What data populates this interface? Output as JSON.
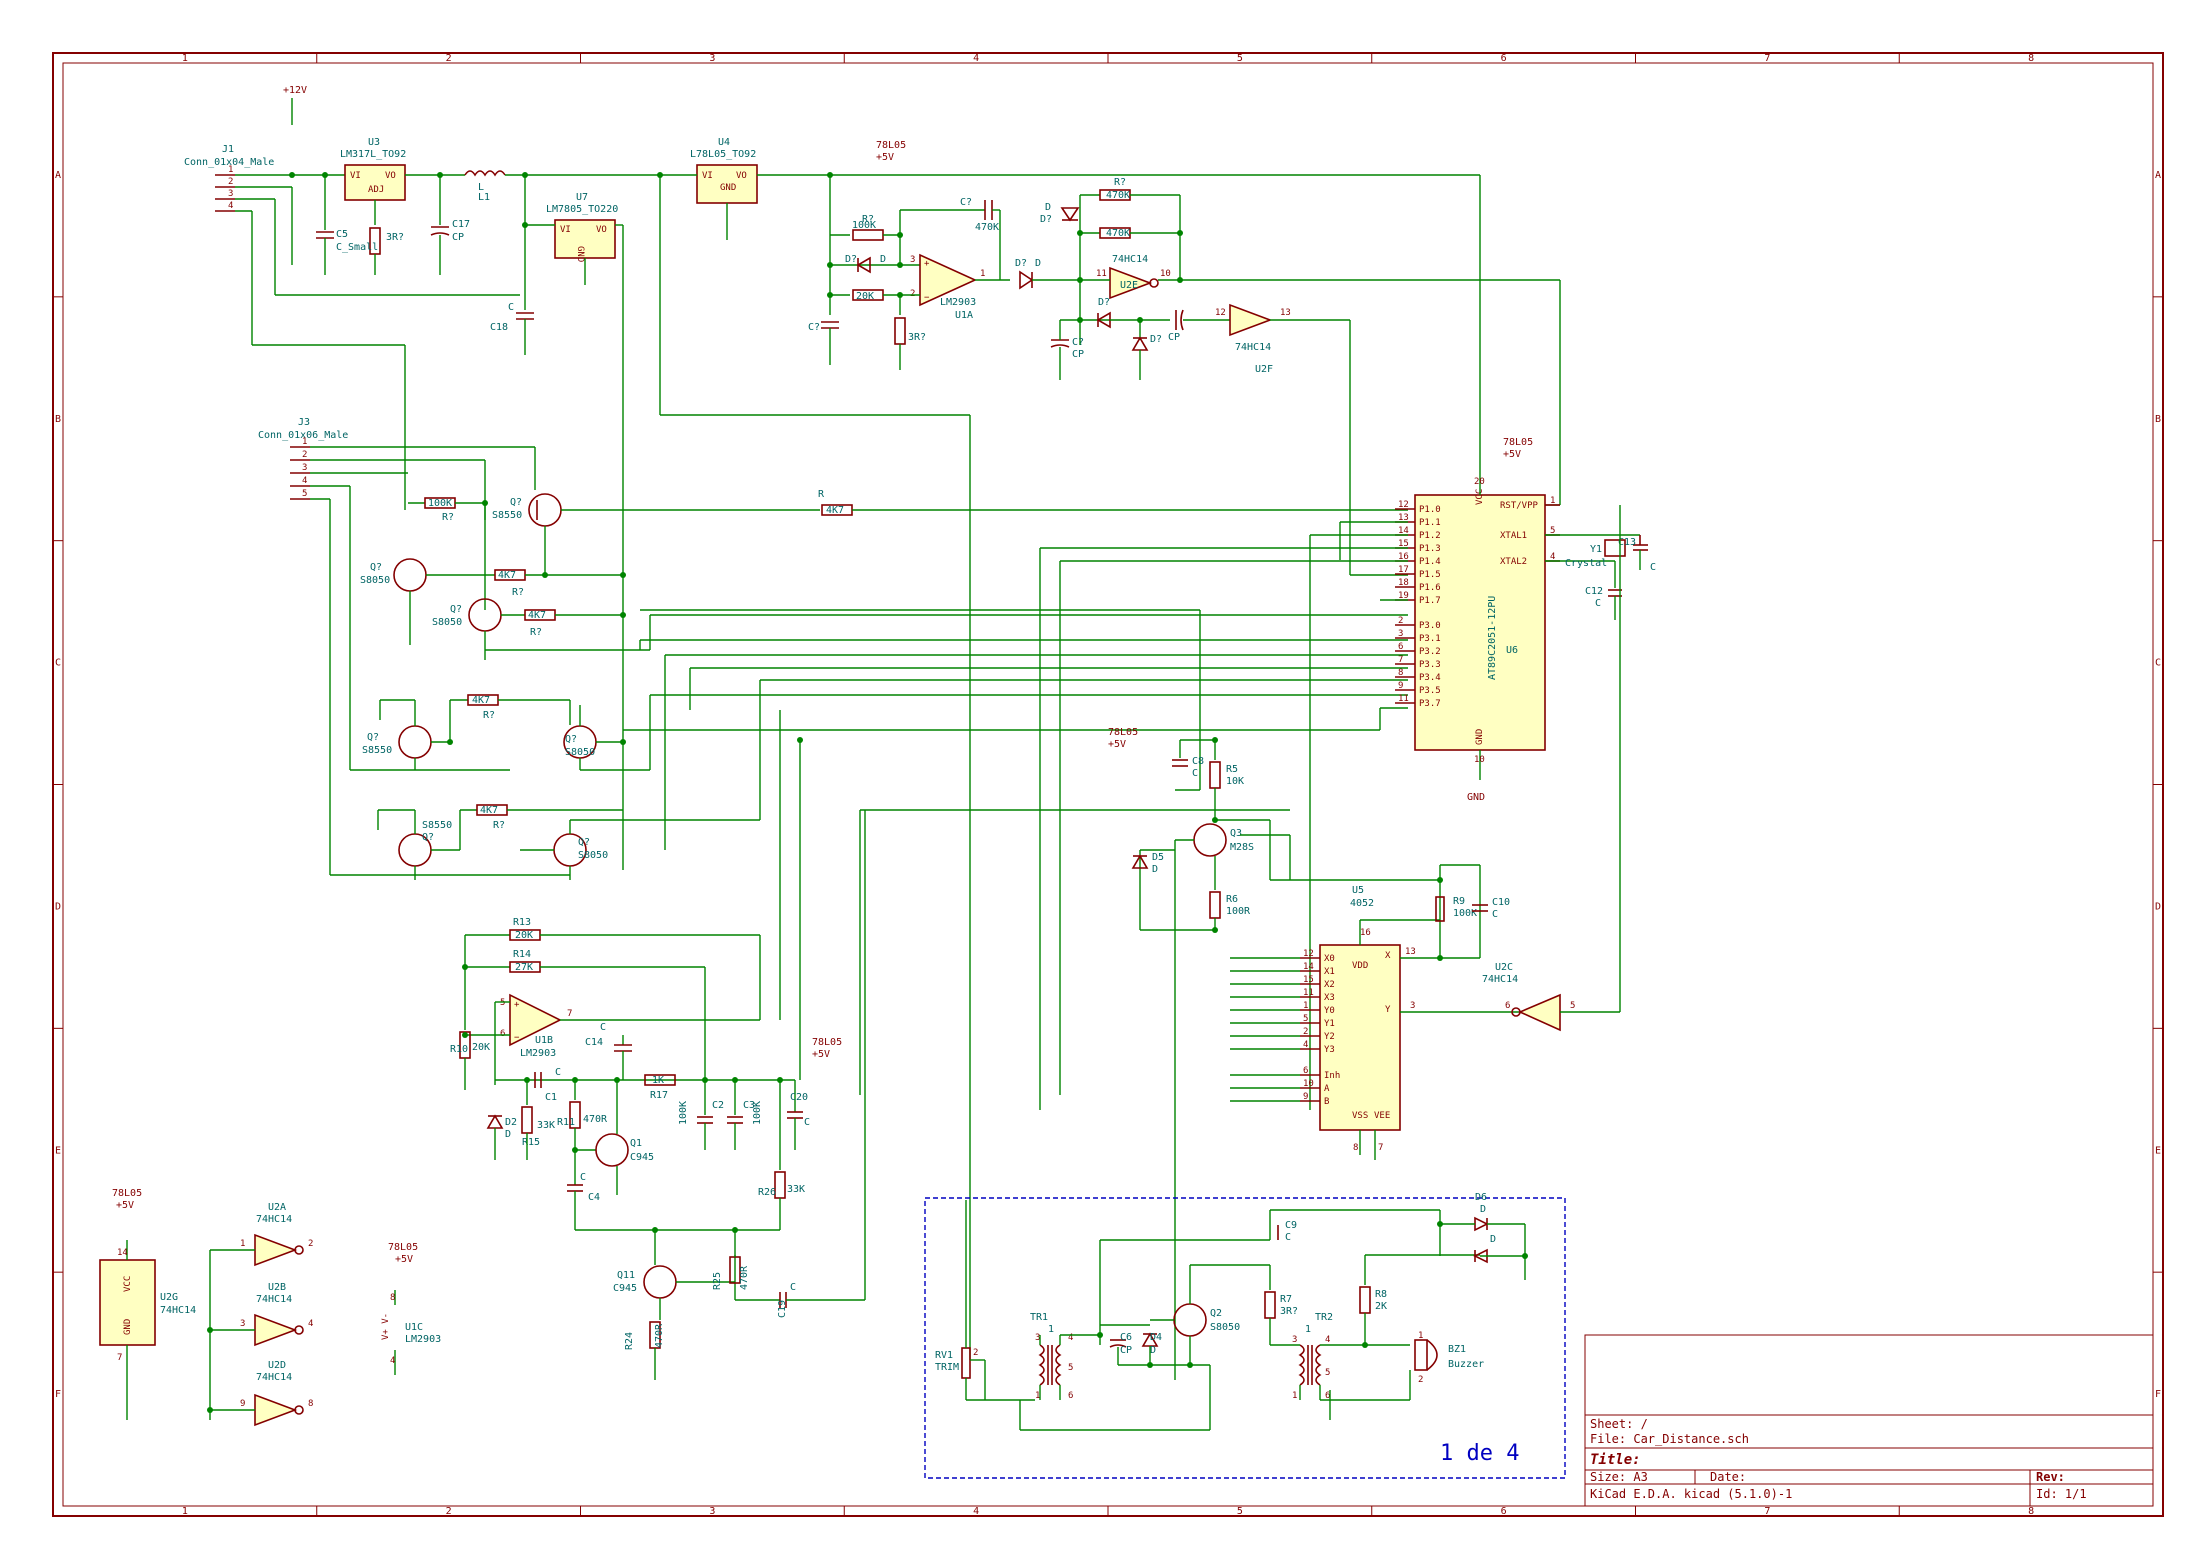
{
  "title_block": {
    "sheet": "Sheet: /",
    "file": "File: Car_Distance.sch",
    "title": "Title:",
    "size": "Size: A3",
    "date": "Date:",
    "rev": "Rev:",
    "tool": "KiCad E.D.A.  kicad (5.1.0)-1",
    "id": "Id: 1/1"
  },
  "frame": {
    "columns": [
      "1",
      "2",
      "3",
      "4",
      "5",
      "6",
      "7",
      "8"
    ],
    "rows": [
      "A",
      "B",
      "C",
      "D",
      "E",
      "F"
    ]
  },
  "note": "1 de 4",
  "colors": {
    "frame": "#840000",
    "wire": "#008400",
    "reference": "#006464",
    "body_fill": "#ffffc2",
    "note": "#0000c0"
  },
  "components": {
    "j1": {
      "ref": "J1",
      "value": "Conn_01x04_Male"
    },
    "j3": {
      "ref": "J3",
      "value": "Conn_01x06_Male"
    },
    "u3": {
      "ref": "U3",
      "value": "LM317L_TO92"
    },
    "u7": {
      "ref": "U7",
      "value": "LM7805_TO220"
    },
    "u4": {
      "ref": "U4",
      "value": "L78L05_TO92"
    },
    "u6": {
      "ref": "U6",
      "value": "AT89C2051-12PU"
    },
    "u5": {
      "ref": "U5",
      "value": "4052"
    },
    "u1a": {
      "ref": "U1A",
      "value": "LM2903"
    },
    "u1b": {
      "ref": "U1B",
      "value": "LM2903"
    },
    "u1c": {
      "ref": "U1C",
      "value": "LM2903"
    },
    "u2e": {
      "ref": "U2E",
      "value": "74HC14"
    },
    "u2f": {
      "ref": "U2F",
      "value": "74HC14"
    },
    "u2c": {
      "ref": "U2C",
      "value": "74HC14"
    },
    "u2a": {
      "ref": "U2A",
      "value": "74HC14"
    },
    "u2b": {
      "ref": "U2B",
      "value": "74HC14"
    },
    "u2d": {
      "ref": "U2D",
      "value": "74HC14"
    },
    "u2g": {
      "ref": "U2G",
      "value": "74HC14"
    },
    "y1": {
      "ref": "Y1",
      "value": "Crystal"
    },
    "q3": {
      "ref": "Q3",
      "value": "M28S"
    },
    "q1": {
      "ref": "Q1",
      "value": "C945"
    },
    "q11": {
      "ref": "Q11",
      "value": "C945"
    },
    "q2": {
      "ref": "Q2",
      "value": "S8050"
    },
    "bz1": {
      "ref": "BZ1",
      "value": "Buzzer"
    },
    "rv1": {
      "ref": "RV1",
      "value": "TRIM"
    },
    "tr1": {
      "ref": "TR1",
      "value": "1"
    },
    "tr2": {
      "ref": "TR2",
      "value": "1"
    },
    "l1": {
      "ref": "L1",
      "value": "L"
    }
  },
  "labels": {
    "p12v": "+12V",
    "l78l05": "78L05",
    "p5v": "+5V",
    "gnd": "GND",
    "vcc": "VCC",
    "s8550": "S8550",
    "s8050": "S8050",
    "r4k7": "4K7",
    "r100k": "100K",
    "r470k": "470K",
    "r20k": "20K",
    "r27k": "27K",
    "r1k": "1K",
    "r33k": "33K",
    "r10k": "10K",
    "r100r": "100R",
    "r3r": "3R?",
    "r2k": "2K",
    "c_small": "C_Small",
    "cp": "CP",
    "c": "C",
    "d": "D",
    "qq": "Q?",
    "rq": "R?",
    "cq": "C?",
    "dq": "D?"
  },
  "u6_pins_left": [
    {
      "num": "12",
      "name": "P1.0"
    },
    {
      "num": "13",
      "name": "P1.1"
    },
    {
      "num": "14",
      "name": "P1.2"
    },
    {
      "num": "15",
      "name": "P1.3"
    },
    {
      "num": "16",
      "name": "P1.4"
    },
    {
      "num": "17",
      "name": "P1.5"
    },
    {
      "num": "18",
      "name": "P1.6"
    },
    {
      "num": "19",
      "name": "P1.7"
    },
    {
      "num": "2",
      "name": "P3.0"
    },
    {
      "num": "3",
      "name": "P3.1"
    },
    {
      "num": "6",
      "name": "P3.2"
    },
    {
      "num": "7",
      "name": "P3.3"
    },
    {
      "num": "8",
      "name": "P3.4"
    },
    {
      "num": "9",
      "name": "P3.5"
    },
    {
      "num": "11",
      "name": "P3.7"
    }
  ],
  "u6_pins_right": [
    {
      "num": "1",
      "name": "RST/VPP"
    },
    {
      "num": "5",
      "name": "XTAL1"
    },
    {
      "num": "4",
      "name": "XTAL2"
    }
  ],
  "u5_pins_left": [
    {
      "num": "12",
      "name": "X0"
    },
    {
      "num": "14",
      "name": "X1"
    },
    {
      "num": "15",
      "name": "X2"
    },
    {
      "num": "11",
      "name": "X3"
    },
    {
      "num": "1",
      "name": "Y0"
    },
    {
      "num": "5",
      "name": "Y1"
    },
    {
      "num": "2",
      "name": "Y2"
    },
    {
      "num": "4",
      "name": "Y3"
    },
    {
      "num": "6",
      "name": "Inh"
    },
    {
      "num": "10",
      "name": "A"
    },
    {
      "num": "9",
      "name": "B"
    }
  ]
}
